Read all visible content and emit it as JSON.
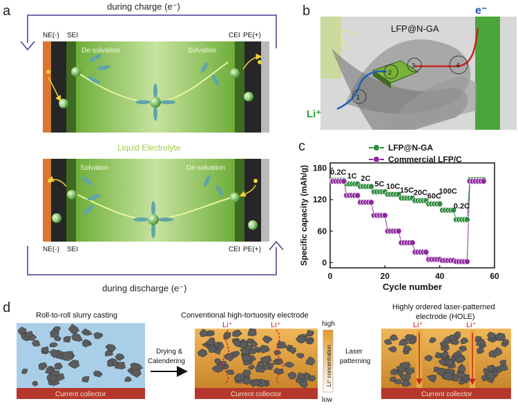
{
  "panel_a": {
    "letter": "a",
    "charge_label": "during charge (e⁻)",
    "discharge_label": "during discharge (e⁻)",
    "top": {
      "ne": "NE(-)",
      "sei": "SEI",
      "cei": "CEI",
      "pe": "PE(+)",
      "left_process": "De-solvation",
      "right_process": "Solvation"
    },
    "bottom": {
      "ne": "NE(-)",
      "sei": "SEI",
      "cei": "CEI",
      "pe": "PE(+)",
      "left_process": "Solvation",
      "right_process": "De-solvation"
    },
    "electrolyte": "Liquid Electrolyte",
    "li": "Li",
    "li_plus": "Li⁺"
  },
  "panel_b": {
    "letter": "b",
    "title": "LFP@N-GA",
    "electron": "e⁻",
    "li_plus": "Li⁺",
    "axes": [
      "a",
      "c",
      "b"
    ],
    "steps": [
      "1",
      "2",
      "3",
      "4"
    ]
  },
  "panel_c": {
    "letter": "c"
  },
  "chart_data": {
    "type": "scatter",
    "xlabel": "Cycle number",
    "ylabel": "Specific capacity (mAh/g)",
    "xlim": [
      0,
      60
    ],
    "ylim": [
      -10,
      190
    ],
    "xticks": [
      "0",
      "20",
      "40",
      "60"
    ],
    "yticks": [
      "0",
      "60",
      "120",
      "180"
    ],
    "legend_position": "top",
    "rate_labels": [
      "0.2C",
      "1C",
      "2C",
      "5C",
      "10C",
      "15C",
      "20C",
      "60C",
      "100C",
      "0.2C"
    ],
    "series": [
      {
        "name": "LFP@N-GA",
        "color": "#2e8b3d",
        "x": [
          1,
          2,
          3,
          4,
          5,
          6,
          7,
          8,
          9,
          10,
          11,
          12,
          13,
          14,
          15,
          16,
          17,
          18,
          19,
          20,
          21,
          22,
          23,
          24,
          25,
          26,
          27,
          28,
          29,
          30,
          31,
          32,
          33,
          34,
          35,
          36,
          37,
          38,
          39,
          40,
          41,
          42,
          43,
          44,
          45,
          46,
          47,
          48,
          49,
          50,
          51,
          52,
          53,
          54,
          55,
          56
        ],
        "y": [
          157,
          157,
          157,
          157,
          157,
          150,
          150,
          150,
          150,
          150,
          145,
          145,
          145,
          145,
          145,
          135,
          135,
          135,
          135,
          135,
          130,
          130,
          130,
          130,
          130,
          123,
          123,
          123,
          123,
          123,
          118,
          118,
          118,
          118,
          118,
          112,
          112,
          112,
          112,
          112,
          100,
          100,
          100,
          100,
          100,
          82,
          82,
          82,
          82,
          82,
          158,
          158,
          158,
          158,
          158,
          158
        ]
      },
      {
        "name": "Commercial LFP/C",
        "color": "#8e2a9e",
        "x": [
          1,
          2,
          3,
          4,
          5,
          6,
          7,
          8,
          9,
          10,
          11,
          12,
          13,
          14,
          15,
          16,
          17,
          18,
          19,
          20,
          21,
          22,
          23,
          24,
          25,
          26,
          27,
          28,
          29,
          30,
          31,
          32,
          33,
          34,
          35,
          36,
          37,
          38,
          39,
          40,
          41,
          42,
          43,
          44,
          45,
          46,
          47,
          48,
          49,
          50,
          51,
          52,
          53,
          54,
          55,
          56
        ],
        "y": [
          155,
          155,
          155,
          155,
          155,
          128,
          128,
          128,
          128,
          128,
          115,
          115,
          115,
          115,
          115,
          90,
          90,
          90,
          90,
          90,
          60,
          60,
          60,
          60,
          60,
          38,
          38,
          38,
          38,
          38,
          20,
          20,
          20,
          20,
          20,
          6,
          6,
          6,
          6,
          6,
          4,
          4,
          4,
          4,
          4,
          2,
          2,
          2,
          2,
          2,
          155,
          155,
          155,
          155,
          155,
          155
        ]
      }
    ]
  },
  "panel_d": {
    "letter": "d",
    "steps": [
      {
        "title": "Roll-to-roll slurry casting",
        "collector": "Current collector"
      },
      {
        "title": "Conventional high-tortuosity electrode",
        "collector": "Current collector"
      },
      {
        "title_line1": "Highly ordered laser-patterned",
        "title_line2": "electrode (HOLE)",
        "collector": "Current collector"
      }
    ],
    "arrow1_line1": "Drying &",
    "arrow1_line2": "Calendering",
    "arrow2_line1": "Laser",
    "arrow2_line2": "patterning",
    "li_plus": "Li⁺",
    "conc_high": "high",
    "conc_low": "low",
    "conc_label": "Li⁺ concentration",
    "colors": {
      "slurry_bg": "#a9cfe8",
      "electrode_bg": "#e3a13a",
      "collector": "#b5372c",
      "particle": "#5c5c5c"
    }
  }
}
